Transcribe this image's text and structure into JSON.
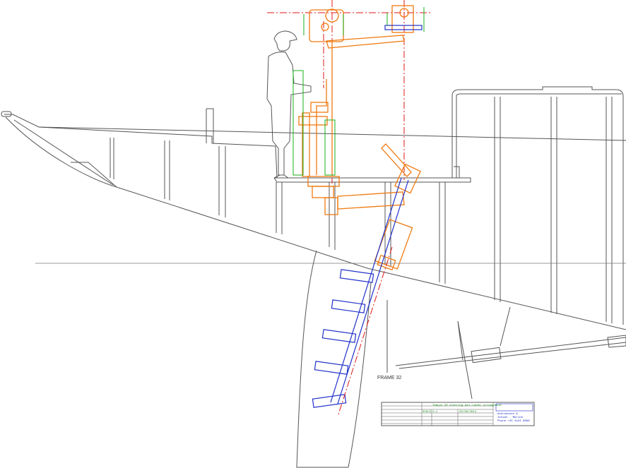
{
  "drawing": {
    "frame_label": "FRAME 32"
  },
  "title_block": {
    "title": "Tempus 30 steering and rudder arrangement",
    "scale_label": "SCALE",
    "scale_value": "1:1",
    "date_value": "29/08/2014",
    "company_lines": [
      "Andreassen &",
      "Jensen - Marine",
      "Phone +45 4444 8888"
    ]
  },
  "colors": {
    "structure": "#555555",
    "steering_gear": "#f07a10",
    "rudder_stock": "#2030c8",
    "center_lines": "#e01818",
    "dimensions": "#18b018"
  }
}
